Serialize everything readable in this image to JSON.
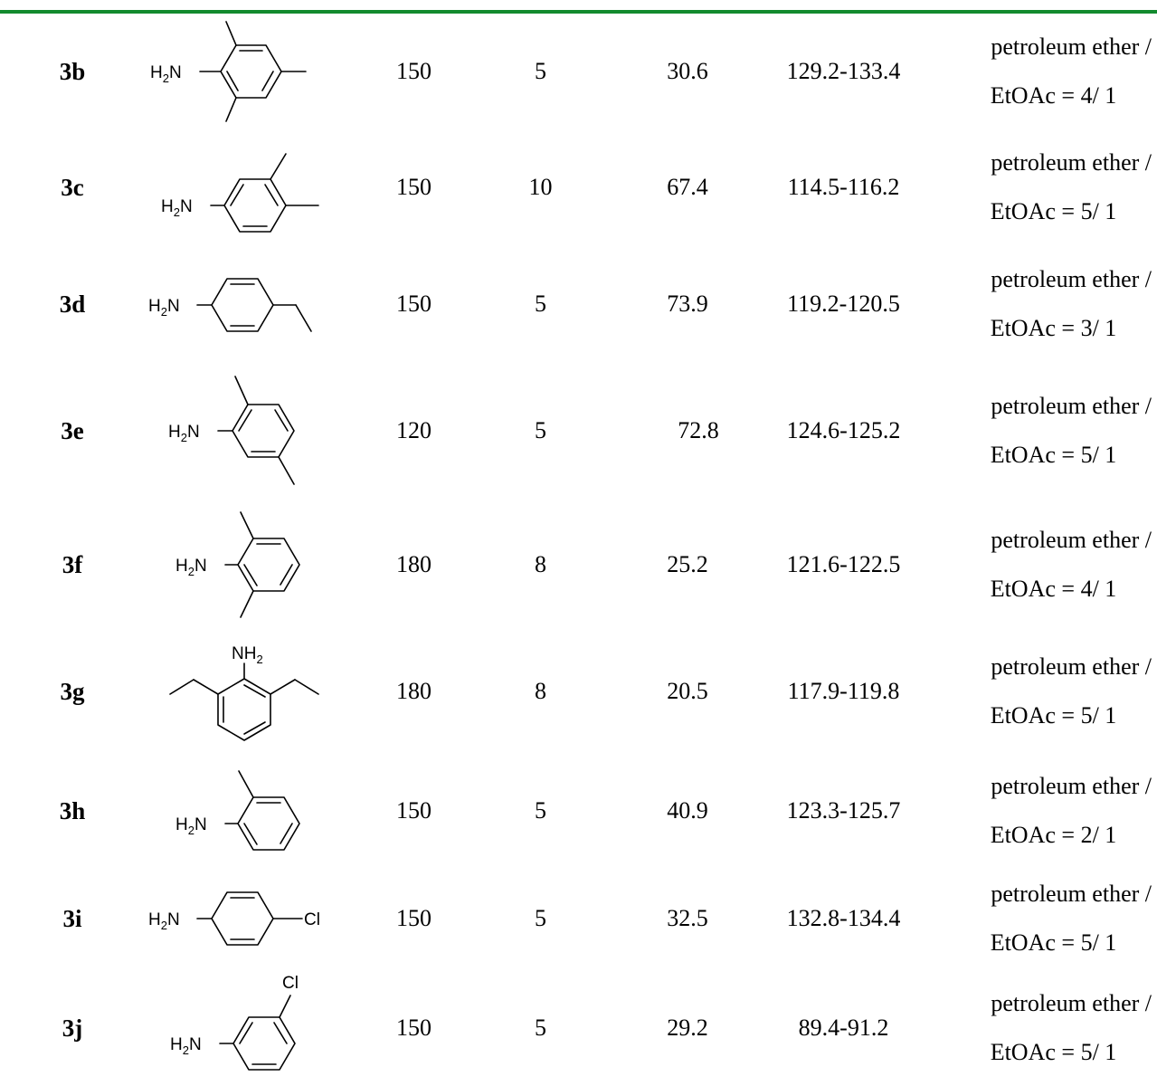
{
  "rows": [
    {
      "id": "3b",
      "amine": {
        "main": "H",
        "sub": "2",
        "tail": "N"
      },
      "temp": "150",
      "time": "5",
      "yield": "30.6",
      "mp": "129.2-133.4",
      "eluent": {
        "line1": "petroleum ether /",
        "line2": "EtOAc = 4/ 1"
      }
    },
    {
      "id": "3c",
      "amine": {
        "main": "H",
        "sub": "2",
        "tail": "N"
      },
      "temp": "150",
      "time": "10",
      "yield": "67.4",
      "mp": "114.5-116.2",
      "eluent": {
        "line1": "petroleum ether /",
        "line2": "EtOAc = 5/ 1"
      }
    },
    {
      "id": "3d",
      "amine": {
        "main": "H",
        "sub": "2",
        "tail": "N"
      },
      "temp": "150",
      "time": "5",
      "yield": "73.9",
      "mp": "119.2-120.5",
      "eluent": {
        "line1": "petroleum ether /",
        "line2": "EtOAc = 3/ 1"
      }
    },
    {
      "id": "3e",
      "amine": {
        "main": "H",
        "sub": "2",
        "tail": "N"
      },
      "temp": "120",
      "time": "5",
      "yield": "72.8",
      "mp": "124.6-125.2",
      "eluent": {
        "line1": "petroleum ether /",
        "line2": "EtOAc = 5/ 1"
      }
    },
    {
      "id": "3f",
      "amine": {
        "main": "H",
        "sub": "2",
        "tail": "N"
      },
      "temp": "180",
      "time": "8",
      "yield": "25.2",
      "mp": "121.6-122.5",
      "eluent": {
        "line1": "petroleum ether /",
        "line2": "EtOAc = 4/ 1"
      }
    },
    {
      "id": "3g",
      "amine": {
        "main": "NH",
        "sub": "2",
        "tail": ""
      },
      "temp": "180",
      "time": "8",
      "yield": "20.5",
      "mp": "117.9-119.8",
      "eluent": {
        "line1": "petroleum ether /",
        "line2": "EtOAc = 5/ 1"
      }
    },
    {
      "id": "3h",
      "amine": {
        "main": "H",
        "sub": "2",
        "tail": "N"
      },
      "temp": "150",
      "time": "5",
      "yield": "40.9",
      "mp": "123.3-125.7",
      "eluent": {
        "line1": "petroleum ether /",
        "line2": "EtOAc = 2/ 1"
      }
    },
    {
      "id": "3i",
      "amine": {
        "main": "H",
        "sub": "2",
        "tail": "N"
      },
      "substituent": "Cl",
      "temp": "150",
      "time": "5",
      "yield": "32.5",
      "mp": "132.8-134.4",
      "eluent": {
        "line1": "petroleum ether /",
        "line2": "EtOAc = 5/ 1"
      }
    },
    {
      "id": "3j",
      "amine": {
        "main": "H",
        "sub": "2",
        "tail": "N"
      },
      "substituent": "Cl",
      "temp": "150",
      "time": "5",
      "yield": "29.2",
      "mp": "89.4-91.2",
      "eluent": {
        "line1": "petroleum ether /",
        "line2": "EtOAc = 5/ 1"
      }
    }
  ]
}
